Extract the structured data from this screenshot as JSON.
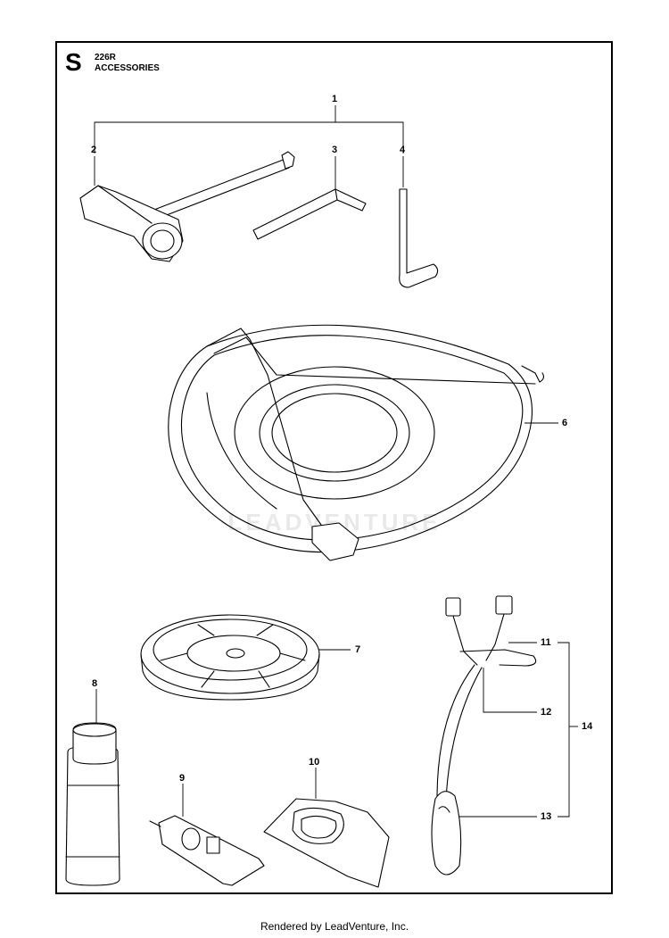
{
  "header": {
    "section_letter": "S",
    "model": "226R",
    "title": "ACCESSORIES"
  },
  "callouts": {
    "c1": "1",
    "c2": "2",
    "c3": "3",
    "c4": "4",
    "c6": "6",
    "c7": "7",
    "c8": "8",
    "c9": "9",
    "c10": "10",
    "c11": "11",
    "c12": "12",
    "c13": "13",
    "c14": "14"
  },
  "watermark": "LEADVENTURE",
  "footer": "Rendered by LeadVenture, Inc."
}
